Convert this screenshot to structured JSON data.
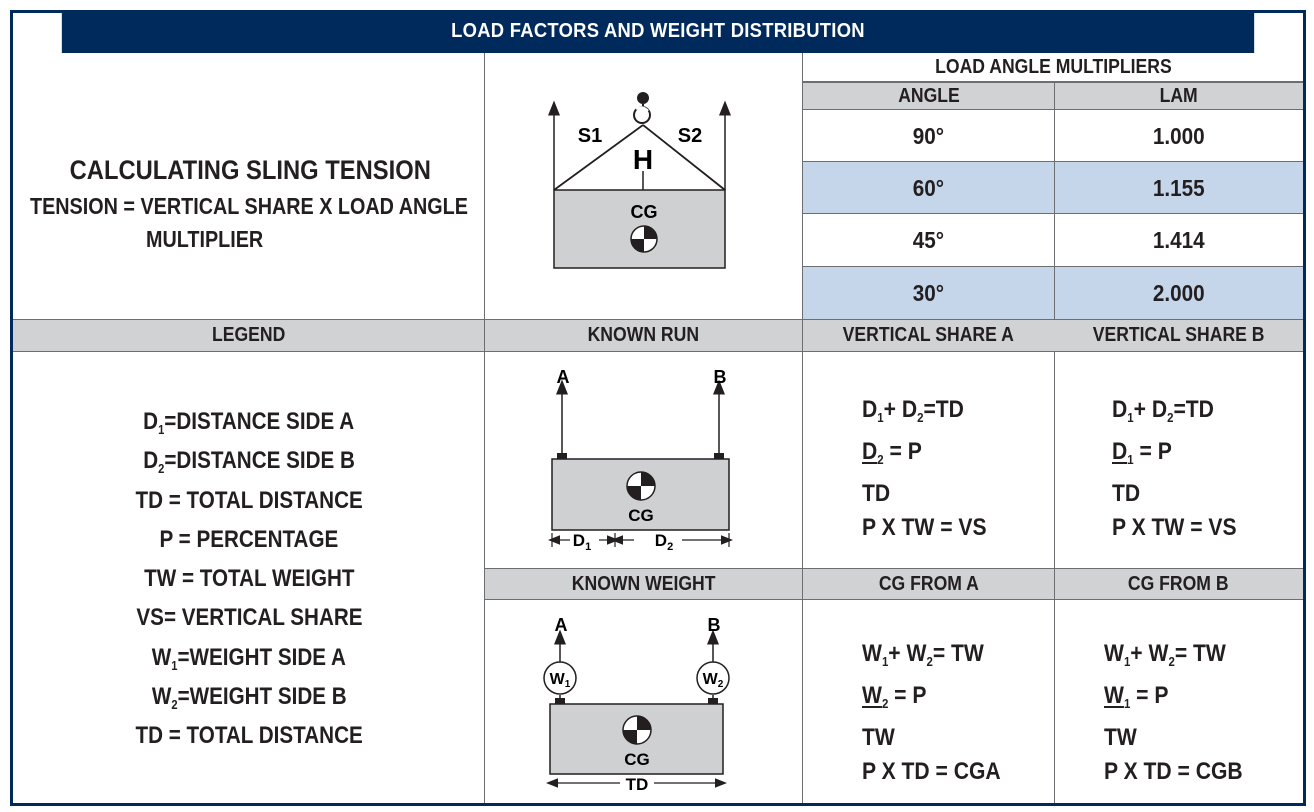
{
  "title": "LOAD FACTORS AND WEIGHT DISTRIBUTION",
  "tension": {
    "heading": "CALCULATING SLING TENSION",
    "formula_line1": "TENSION = VERTICAL SHARE X LOAD ANGLE",
    "formula_line2": "MULTIPLIER"
  },
  "sling_diagram": {
    "s1": "S1",
    "s2": "S2",
    "h": "H",
    "cg": "CG"
  },
  "lam_table": {
    "title": "LOAD ANGLE MULTIPLIERS",
    "col_angle": "ANGLE",
    "col_lam": "LAM",
    "rows": [
      {
        "angle": "90°",
        "lam": "1.000",
        "highlight": false
      },
      {
        "angle": "60°",
        "lam": "1.155",
        "highlight": true
      },
      {
        "angle": "45°",
        "lam": "1.414",
        "highlight": false
      },
      {
        "angle": "30°",
        "lam": "2.000",
        "highlight": true
      }
    ],
    "highlight_color": "#c5d6ea"
  },
  "headers": {
    "legend": "LEGEND",
    "known_run": "KNOWN RUN",
    "vertical_share_a": "VERTICAL SHARE A",
    "vertical_share_b": "VERTICAL SHARE B",
    "known_weight": "KNOWN WEIGHT",
    "cg_from_a": "CG FROM A",
    "cg_from_b": "CG FROM B"
  },
  "legend": [
    {
      "sym": "D",
      "sub": "1",
      "text": "=DISTANCE SIDE A"
    },
    {
      "sym": "D",
      "sub": "2",
      "text": "=DISTANCE SIDE B"
    },
    {
      "sym": "",
      "sub": "",
      "text": "TD = TOTAL DISTANCE"
    },
    {
      "sym": "",
      "sub": "",
      "text": "P = PERCENTAGE"
    },
    {
      "sym": "",
      "sub": "",
      "text": "TW = TOTAL WEIGHT"
    },
    {
      "sym": "",
      "sub": "",
      "text": "VS= VERTICAL SHARE"
    },
    {
      "sym": "W",
      "sub": "1",
      "text": "=WEIGHT SIDE A"
    },
    {
      "sym": "W",
      "sub": "2",
      "text": "=WEIGHT SIDE B"
    },
    {
      "sym": "",
      "sub": "",
      "text": "TD = TOTAL DISTANCE"
    }
  ],
  "known_run": {
    "a": "A",
    "b": "B",
    "cg": "CG",
    "d1": "D",
    "d2": "D",
    "d1_sub": "1",
    "d2_sub": "2"
  },
  "known_weight": {
    "a": "A",
    "b": "B",
    "cg": "CG",
    "w1": "W",
    "w2": "W",
    "w1_sub": "1",
    "w2_sub": "2",
    "td": "TD"
  },
  "vs_a": {
    "l1a": "D",
    "l1b": "1",
    "l1c": "+ D",
    "l1d": "2",
    "l1e": "=TD",
    "l2a": "D",
    "l2b": "2",
    "l2c": "= P",
    "l3": "TD",
    "l4": "P X TW = VS"
  },
  "vs_b": {
    "l1a": "D",
    "l1b": "1",
    "l1c": "+ D",
    "l1d": "2",
    "l1e": "=TD",
    "l2a": "D",
    "l2b": "1",
    "l2c": "= P",
    "l3": "TD",
    "l4": "P X TW = VS"
  },
  "cg_a": {
    "l1a": "W",
    "l1b": "1",
    "l1c": "+ W",
    "l1d": "2",
    "l1e": "= TW",
    "l2a": "W",
    "l2b": "2",
    "l2c": "= P",
    "l3": "TW",
    "l4": "P X TD = CGA"
  },
  "cg_b": {
    "l1a": "W",
    "l1b": "1",
    "l1c": "+ W",
    "l1d": "2",
    "l1e": "= TW",
    "l2a": "W",
    "l2b": "1",
    "l2c": "= P",
    "l3": "TW",
    "l4": "P X TD = CGB"
  },
  "colors": {
    "navy": "#002a5c",
    "header_gray": "#d1d2d4",
    "load_gray": "#cfd0d2"
  }
}
